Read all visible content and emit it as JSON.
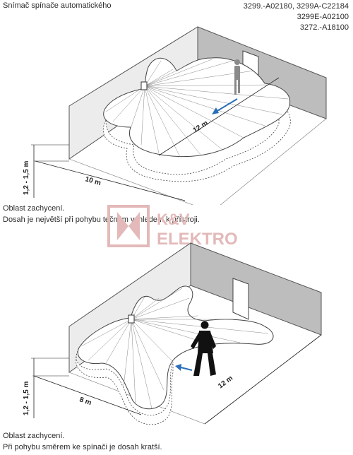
{
  "header": {
    "title": "Snímač spínače automatického",
    "codes": [
      "3299.-A02180, 3299A-C22184",
      "3299E-A02100",
      "3272.-A18100"
    ]
  },
  "diagram_top": {
    "distance_front": "12 m",
    "distance_side": "10 m",
    "height": "1,2 - 1,5 m",
    "caption_line1": "Oblast zachycení.",
    "caption_line2": "Dosah je největší při pohybu tečném vzhledem k přístroji."
  },
  "diagram_bottom": {
    "distance_front": "12 m",
    "distance_side": "8 m",
    "height": "1,2 - 1,5 m",
    "caption_line1": "Oblast zachycení.",
    "caption_line2": "Při pohybu směrem ke spínači je dosah kratší."
  },
  "watermark": {
    "line1": "K&V",
    "line2": "ELEKTRO"
  },
  "colors": {
    "wall_front": "#e9e9e9",
    "wall_back": "#bdbdbd",
    "lobe_fill": "#ffffff",
    "arrow": "#2a6fb8",
    "person_top": "#8a8a8a",
    "person_bottom": "#111111",
    "watermark": "#e3b9b9"
  }
}
